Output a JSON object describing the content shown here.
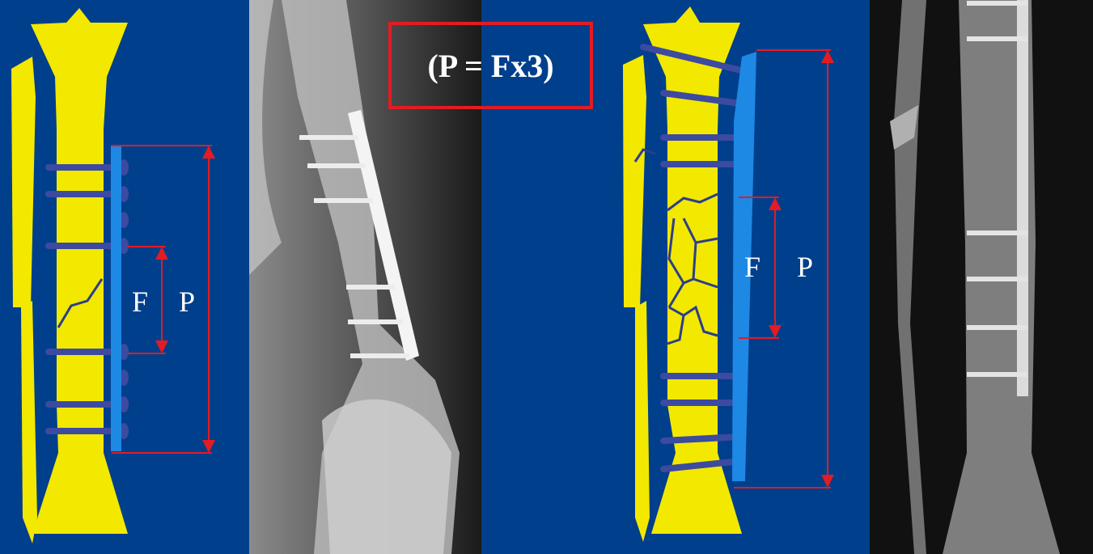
{
  "formula": "(P = Fx3)",
  "diagram_simple": {
    "fracture_label": "F",
    "plate_label": "P"
  },
  "diagram_comminuted": {
    "fracture_label": "F",
    "plate_label": "P"
  },
  "colors": {
    "background": "#003f8c",
    "bone": "#f2e800",
    "plate": "#1e88e5",
    "screw": "#3c4aa0",
    "arrow": "#e31b23",
    "formula_border": "#e31b23"
  }
}
